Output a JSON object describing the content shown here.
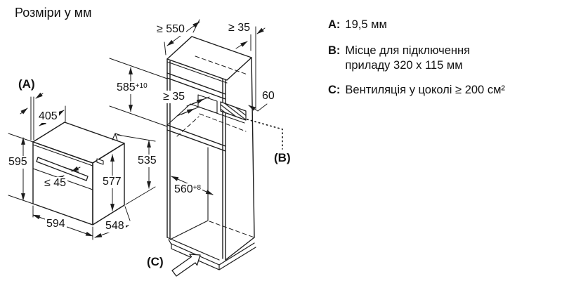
{
  "title": "Розміри у мм",
  "oven": {
    "label_a": "(A)",
    "dim_top_depth": "405",
    "dim_front_height": "595",
    "dim_handle_depth": "≤ 45",
    "dim_inner_height": "577",
    "dim_width": "594",
    "dim_depth": "548",
    "dim_back_height": "535"
  },
  "cabinet": {
    "dim_min_depth": "≥ 550",
    "dim_top_gap": "≥ 35",
    "dim_niche_height": "585",
    "dim_niche_height_tol": "+10",
    "dim_rear_gap": "≥ 35",
    "dim_wall_gap": "60",
    "dim_niche_depth": "560",
    "dim_niche_depth_tol": "+8",
    "label_b": "(B)",
    "label_c": "(C)"
  },
  "legend": {
    "a_key": "A:",
    "a_text": "19,5 мм",
    "b_key": "B:",
    "b_text": "Місце для підключення приладу 320 x 115 мм",
    "c_key": "C:",
    "c_text": "Вентиляція у цоколі ≥ 200 см²"
  },
  "colors": {
    "line": "#1c1c1c",
    "background": "#ffffff"
  }
}
